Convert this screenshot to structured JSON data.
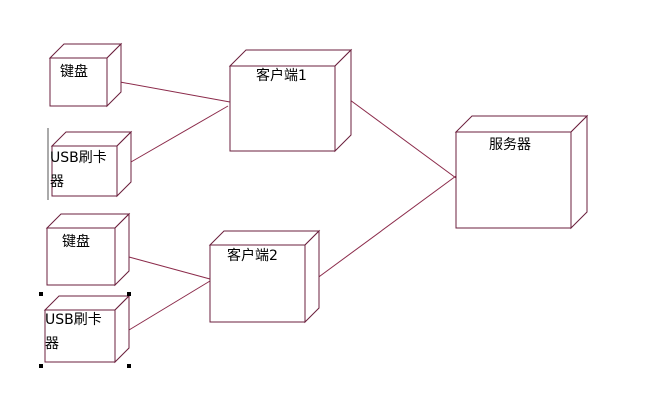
{
  "colors": {
    "edge": "#8b2a4a",
    "node_border": "#6b1f3c",
    "background": "#ffffff"
  },
  "nodes": [
    {
      "id": "keyboard-1",
      "label_lines": [
        "键盘"
      ]
    },
    {
      "id": "card-reader-1",
      "label_lines": [
        "USB刷卡",
        "器"
      ]
    },
    {
      "id": "client-1",
      "label_lines": [
        "客户端1"
      ]
    },
    {
      "id": "server",
      "label_lines": [
        "服务器"
      ]
    },
    {
      "id": "keyboard-2",
      "label_lines": [
        "键盘"
      ]
    },
    {
      "id": "card-reader-2",
      "label_lines": [
        "USB刷卡",
        "器"
      ]
    },
    {
      "id": "client-2",
      "label_lines": [
        "客户端2"
      ]
    }
  ],
  "edges": [
    {
      "from": "keyboard-1",
      "to": "client-1"
    },
    {
      "from": "card-reader-1",
      "to": "client-1"
    },
    {
      "from": "client-1",
      "to": "server"
    },
    {
      "from": "keyboard-2",
      "to": "client-2"
    },
    {
      "from": "card-reader-2",
      "to": "client-2"
    },
    {
      "from": "client-2",
      "to": "server"
    }
  ],
  "selected_node": "card-reader-2"
}
